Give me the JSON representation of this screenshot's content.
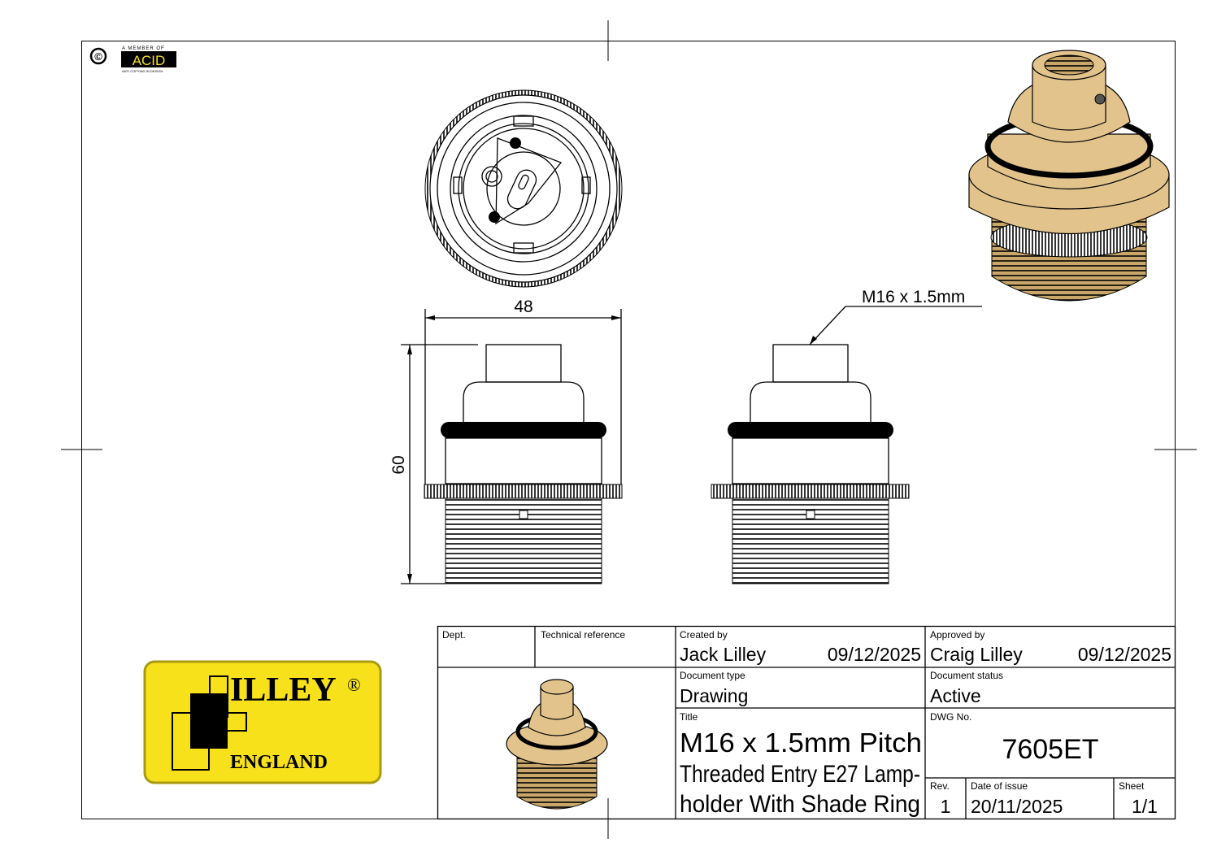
{
  "logos": {
    "copyright_symbol": "©",
    "acid_top": "A MEMBER OF",
    "acid_main": "ACID",
    "acid_bottom": "ANTI COPYING IN DESIGN",
    "brand_name": "ILLEY",
    "brand_mark": "®",
    "brand_country": "ENGLAND",
    "brand_color": "#f7e11a"
  },
  "dimensions": {
    "width": "48",
    "height": "60",
    "thread": "M16 x 1.5mm"
  },
  "title_block": {
    "dept_label": "Dept.",
    "tech_ref_label": "Technical reference",
    "created_by_label": "Created by",
    "created_by": "Jack Lilley",
    "created_date": "09/12/2025",
    "approved_by_label": "Approved by",
    "approved_by": "Craig Lilley",
    "approved_date": "09/12/2025",
    "doc_type_label": "Document type",
    "doc_type": "Drawing",
    "doc_status_label": "Document status",
    "doc_status": "Active",
    "title_label": "Title",
    "title_lines": [
      "M16 x 1.5mm Pitch",
      "Threaded Entry E27 Lamp-",
      "holder With Shade Ring"
    ],
    "dwg_no_label": "DWG No.",
    "dwg_no": "7605ET",
    "rev_label": "Rev.",
    "rev": "1",
    "date_of_issue_label": "Date of issue",
    "date_of_issue": "20/11/2025",
    "sheet_label": "Sheet",
    "sheet": "1/1"
  }
}
